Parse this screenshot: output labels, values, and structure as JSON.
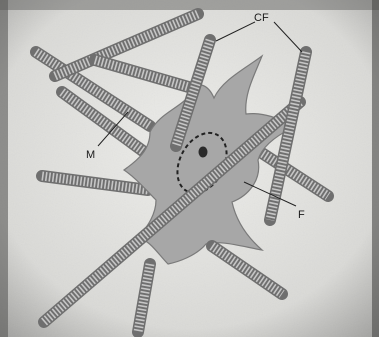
{
  "labels": {
    "cf": "CF",
    "m": "M",
    "f": "F"
  }
}
